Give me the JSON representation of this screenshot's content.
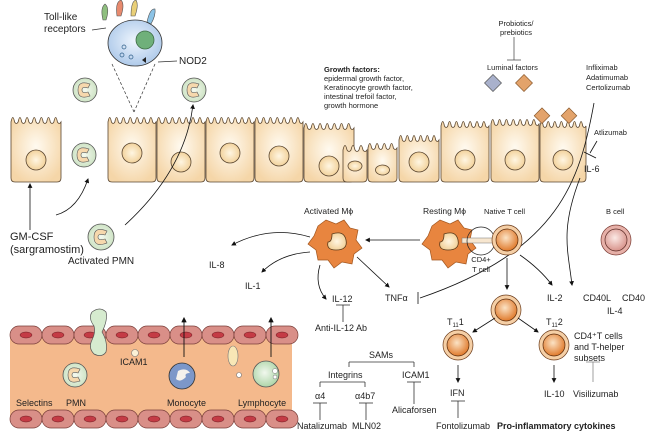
{
  "colors": {
    "epithelium": "#f7dcb3",
    "epithelium_stroke": "#5a4630",
    "pmn_fill": "#d9ead2",
    "macrophage": "#e8853f",
    "tcell_outer": "#f3c79d",
    "tcell_inner": "#e58a3a",
    "bcell": "#e3a8a0",
    "vessel": "#f4b98c",
    "endothelium": "#d9928a",
    "diamond_orange": "#e4a46a",
    "diamond_blue": "#a8b3cf",
    "dendritic": "#bcd3ee"
  },
  "labels": {
    "toll_like_receptors": "Toll-like\nreceptors",
    "nod2": "NOD2",
    "gm_csf": "GM-CSF",
    "sargramostim": "(sargramostim)",
    "activated_pmn": "Activated PMN",
    "growth_factors_title": "Growth factors:",
    "growth_factors_list": [
      "epidermal growth factor,",
      "Keratinocyte growth factor,",
      "intestinal trefoil factor,",
      "growth hormone"
    ],
    "probiotics": "Probiotics/",
    "prebiotics": "prebiotics",
    "luminal_factors": "Luminal factors",
    "anti_tnf": [
      "Infliximab",
      "Adatimumab",
      "Certolizumab"
    ],
    "atlizumab": "Atlizumab",
    "il6": "IL-6",
    "activated_macrophage": "Activated Mϕ",
    "resting_macrophage": "Resting Mϕ",
    "native_t_cell": "Native T cell",
    "cd4_t_cell_1": "CD4+",
    "cd4_t_cell_2": "T cell",
    "b_cell": "B cell",
    "il8": "IL-8",
    "il1": "IL-1",
    "il12": "IL-12",
    "anti_il12": "Anti-IL-12 Ab",
    "tnf": "TNFα",
    "il2": "IL-2",
    "cd40l": "CD40L",
    "cd40": "CD40",
    "il4": "IL-4",
    "th1_main": "T",
    "th1_sub": "11",
    "th1_suffix": "1",
    "th2_main": "T",
    "th2_sub": "11",
    "th2_suffix": "2",
    "cd4_subsets": [
      "CD4⁺T cells",
      "and T-helper",
      "subsets"
    ],
    "visilizumab": "Visilizumab",
    "ifn": "IFN",
    "il10": "IL-10",
    "fontolizumab": "Fontolizumab",
    "pro_inflammatory": "Pro-inflammatory cytokines",
    "sams": "SAMs",
    "integrins": "Integrins",
    "icam1_sam": "ICAM1",
    "alpha4": "α4",
    "alpha4b7": "α4b7",
    "natalizumab": "Natalizumab",
    "mln02": "MLN02",
    "alicaforsen": "Alicaforsen",
    "selectins": "Selectins",
    "pmn": "PMN",
    "icam1_vessel": "ICAM1",
    "monocyte": "Monocyte",
    "lymphocyte": "Lymphocyte"
  }
}
